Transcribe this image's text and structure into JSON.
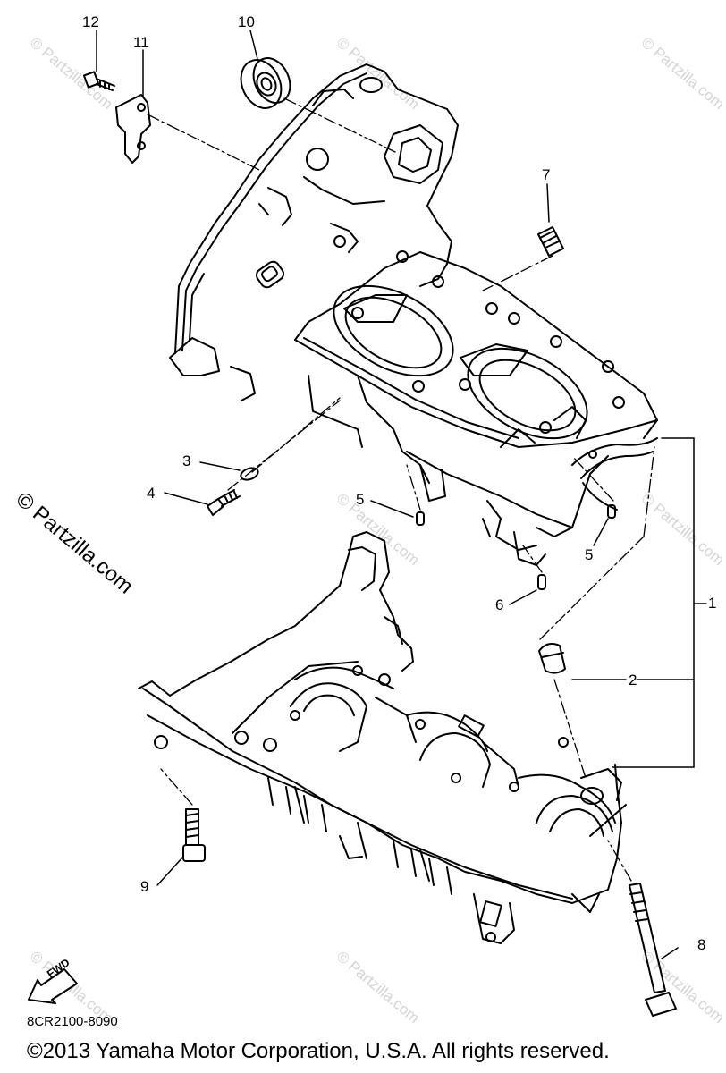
{
  "callouts": {
    "c1": "1",
    "c2": "2",
    "c3": "3",
    "c4": "4",
    "c5a": "5",
    "c5b": "5",
    "c6": "6",
    "c7": "7",
    "c8": "8",
    "c9": "9",
    "c10": "10",
    "c11": "11",
    "c12": "12"
  },
  "watermark": {
    "main": "© Partzilla.com",
    "faint": "© Partzilla.com"
  },
  "fwd_label": "FWD",
  "part_code": "8CR2100-8090",
  "copyright": "©2013 Yamaha Motor Corporation, U.S.A. All rights reserved."
}
